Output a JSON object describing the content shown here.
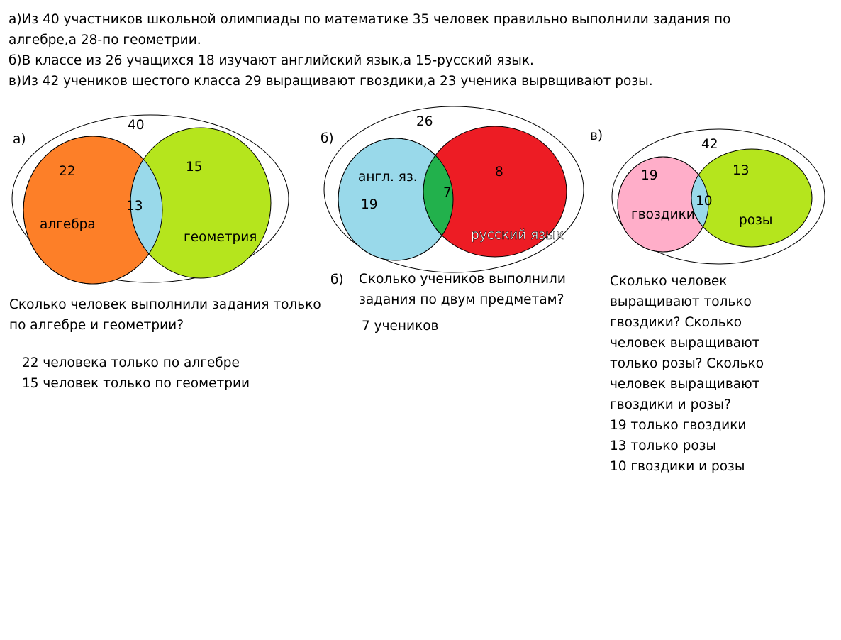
{
  "problem": {
    "lines": [
      "а)Из 40 участников школьной олимпиады по математике 35 человек правильно выполнили задания по",
      "алгебре,а 28-по геометрии.",
      "б)В классе из 26 учащихся 18 изучают английский язык,а 15-русский язык.",
      "в)Из 42 учеников шестого класса 29 выращивают гвоздики,а 23 ученика вырвщивают розы."
    ]
  },
  "colors": {
    "orange": "#fd7f28",
    "lime": "#b5e51d",
    "lightblue": "#99d9ea",
    "red": "#ed1c24",
    "green": "#22b14c",
    "pink": "#ffaec9"
  },
  "diagram_a": {
    "label": "а)",
    "total": "40",
    "only_left": "22",
    "only_right": "15",
    "both": "13",
    "left_name": "алгебра",
    "right_name": "геометрия"
  },
  "diagram_b": {
    "label": "б)",
    "total": "26",
    "only_left": "19",
    "only_right": "8",
    "both": "7",
    "left_name": "англ. яз.",
    "right_name": "русский язык"
  },
  "diagram_c": {
    "label": "в)",
    "total": "42",
    "only_left": "19",
    "only_right": "13",
    "both": "10",
    "left_name": "гвоздики",
    "right_name": "розы"
  },
  "question_a": {
    "lines": [
      "Сколько человек выполнили задания только",
      "по алгебре и геометрии?"
    ],
    "answers": [
      "22 человека только по алгебре",
      "15 человек только по геометрии"
    ]
  },
  "question_b": {
    "label": "б)",
    "lines": [
      "Сколько учеников выполнили",
      "задания по двум предметам?"
    ],
    "answer": "7 учеников"
  },
  "question_c": {
    "lines": [
      "Сколько человек",
      "выращивают только",
      "гвоздики? Сколько",
      "человек выращивают",
      "только розы? Сколько",
      "человек выращивают",
      "гвоздики и розы?"
    ],
    "answers": [
      "19 только гвоздики",
      "13 только розы",
      "10 гвоздики и розы"
    ]
  }
}
